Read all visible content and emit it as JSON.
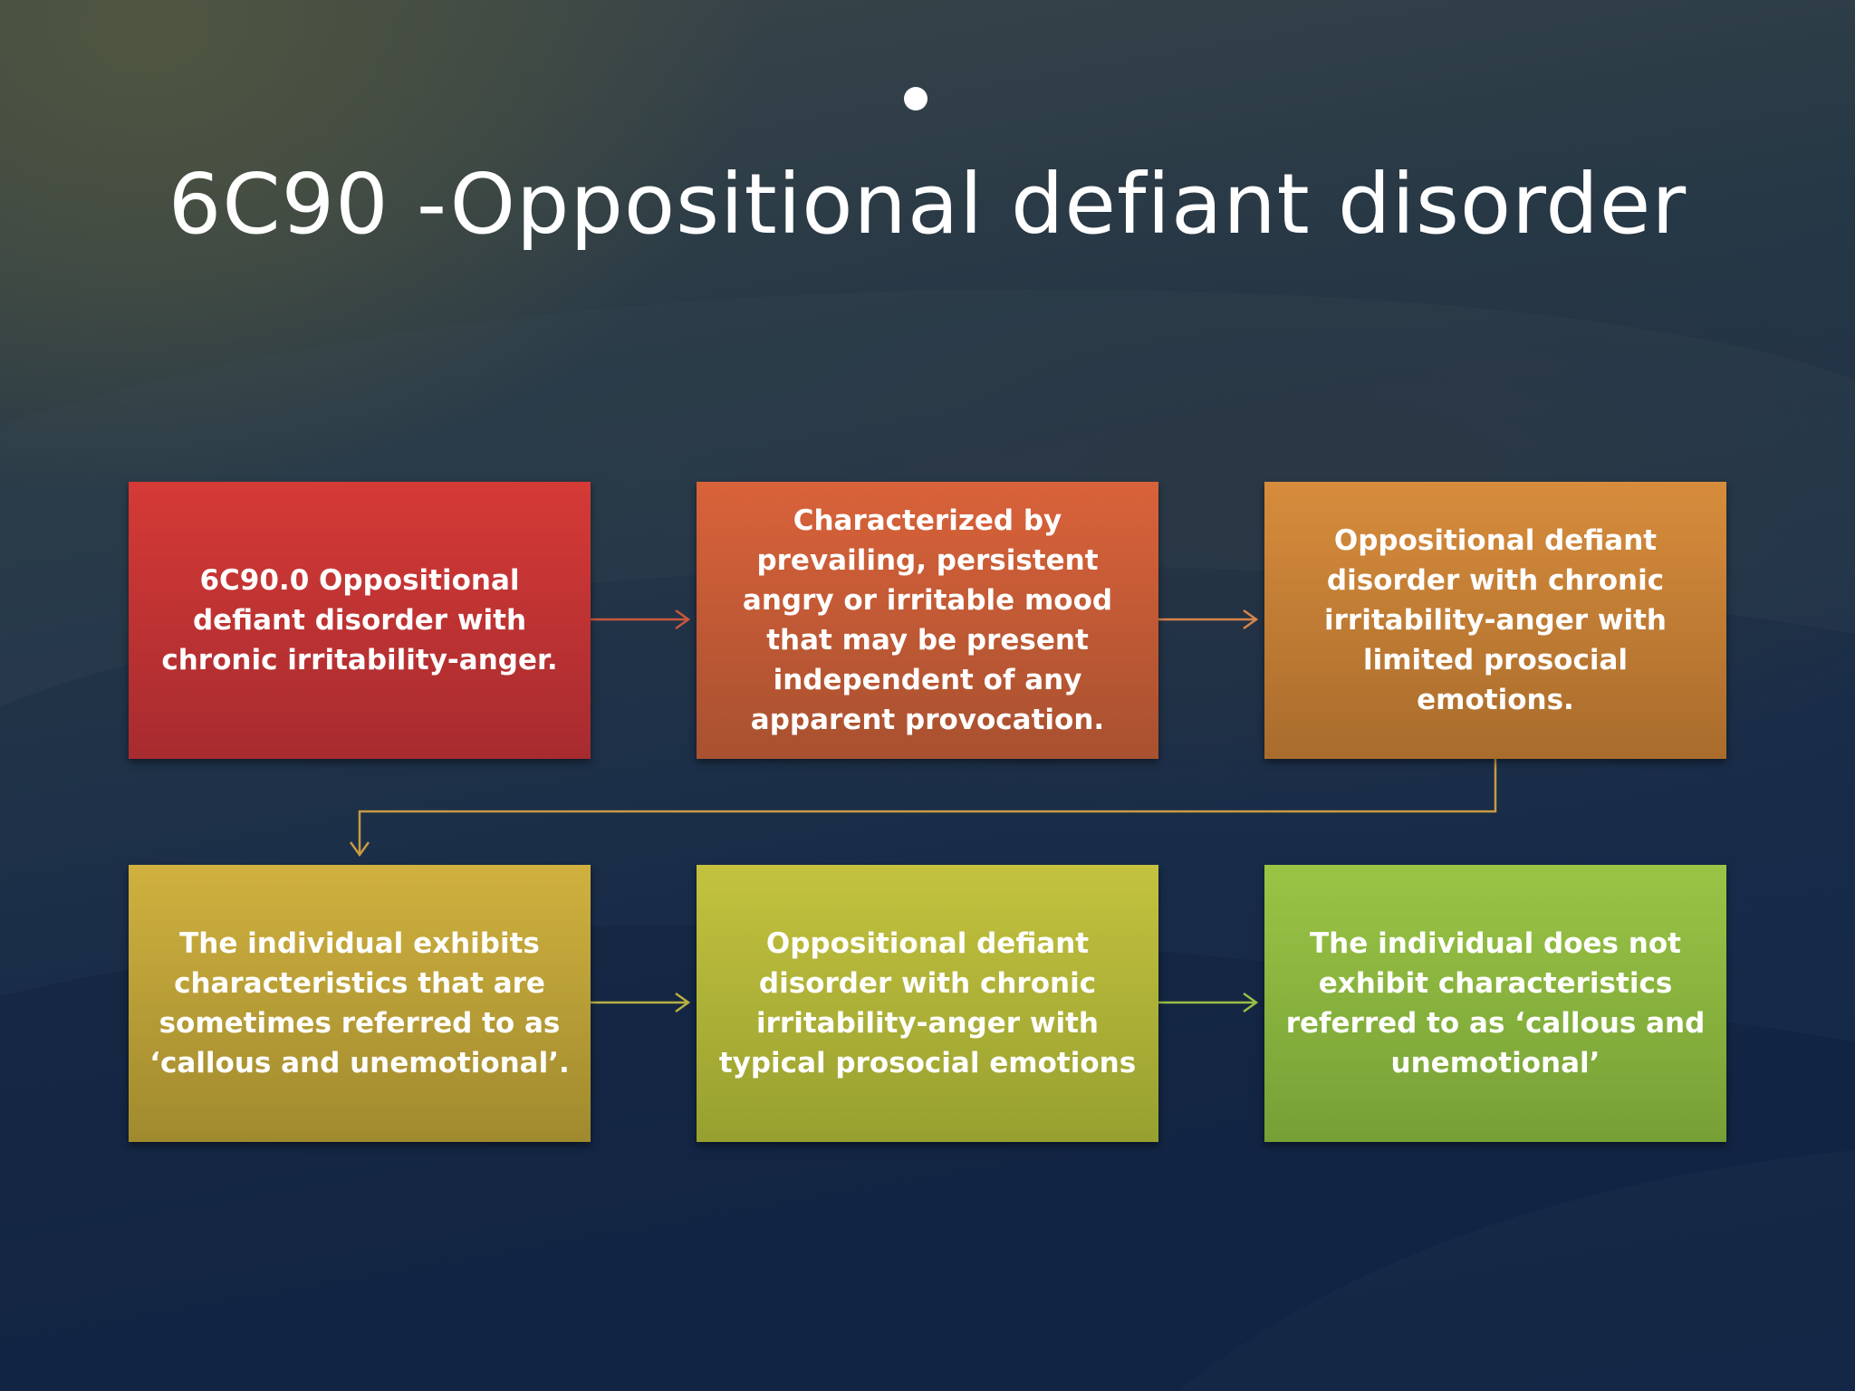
{
  "slide": {
    "title": "6C90 -Oppositional defiant disorder"
  },
  "diagram": {
    "nodes": [
      {
        "id": "n1",
        "text": "6C90.0 Oppositional defiant disorder with chronic irritability-anger.",
        "color": "#c8333a"
      },
      {
        "id": "n2",
        "text": "Characterized by prevailing, persistent angry or irritable mood that may be present independent of any apparent provocation.",
        "color": "#c65a36"
      },
      {
        "id": "n3",
        "text": "Oppositional defiant disorder with chronic irritability-anger with limited prosocial emotions.",
        "color": "#c67f36"
      },
      {
        "id": "n4",
        "text": "The individual exhibits characteristics that are sometimes referred to as ‘callous and unemotional’.",
        "color": "#bf9f38"
      },
      {
        "id": "n5",
        "text": "Oppositional defiant disorder with chronic irritability-anger with typical prosocial emotions",
        "color": "#b0b238"
      },
      {
        "id": "n6",
        "text": "The individual does not exhibit characteristics referred to as ‘callous and unemotional’",
        "color": "#8ab43f"
      }
    ],
    "edges": [
      {
        "from": "n1",
        "to": "n2",
        "color": "#c9573f"
      },
      {
        "from": "n2",
        "to": "n3",
        "color": "#d7844a"
      },
      {
        "from": "n3",
        "to": "n4",
        "color": "#c89a45"
      },
      {
        "from": "n4",
        "to": "n5",
        "color": "#b8b042"
      },
      {
        "from": "n5",
        "to": "n6",
        "color": "#9dbf44"
      }
    ]
  }
}
